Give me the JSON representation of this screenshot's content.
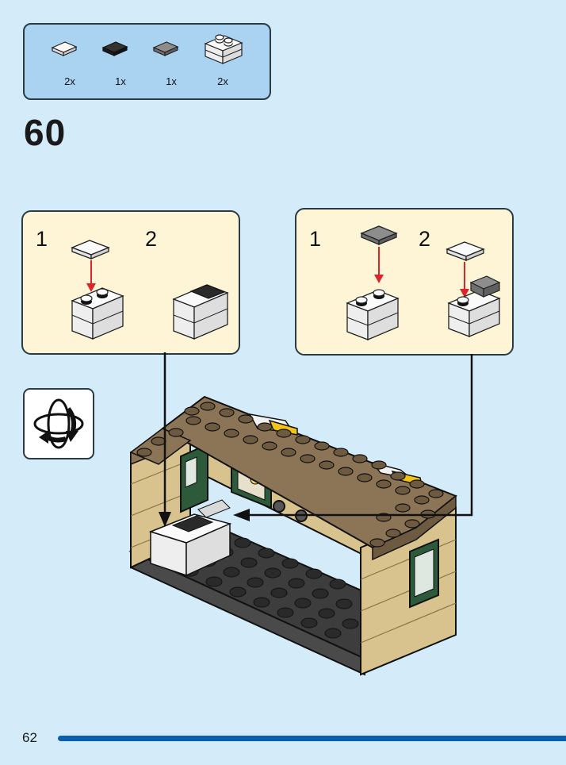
{
  "parts": [
    {
      "qty": "2x",
      "icon": "white-1x2-tile-icon",
      "color": "#f2f2f2"
    },
    {
      "qty": "1x",
      "icon": "black-1x2-tile-icon",
      "color": "#222222"
    },
    {
      "qty": "1x",
      "icon": "gray-1x2-tile-icon",
      "color": "#8a8a8a"
    },
    {
      "qty": "2x",
      "icon": "white-brick-assembly-icon",
      "color": "#f2f2f2"
    }
  ],
  "step": {
    "number": "60"
  },
  "callouts": [
    {
      "sub1": "1",
      "sub2": "2"
    },
    {
      "sub1": "1",
      "sub2": "2"
    }
  ],
  "rotate": {
    "icon": "rotate-model-icon"
  },
  "page": {
    "number": "62",
    "bar_color": "#0c5fae"
  },
  "colors": {
    "background": "#d4ebf9",
    "parts_box": "#aad3f2",
    "callout": "#fdf5d6",
    "arrow": "#d8262b",
    "wall_tan": "#d8c28d",
    "roof_brown": "#8b7556",
    "window_green": "#2d5a3a",
    "floor_dark": "#3d3d3d"
  }
}
